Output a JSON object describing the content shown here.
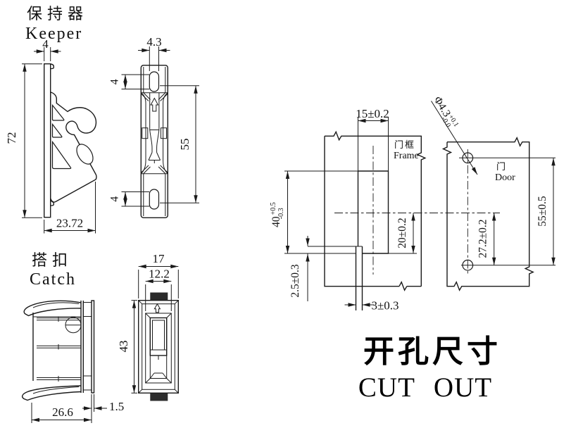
{
  "keeper": {
    "label_cn": "保持器",
    "label_en": "Keeper",
    "side_view": {
      "dim_thickness": "4",
      "dim_height": "72",
      "dim_depth": "23.72"
    },
    "front_view": {
      "dim_slot_width": "4.3",
      "dim_slot_top": "4",
      "dim_slot_bottom": "4",
      "dim_hole_span": "55"
    }
  },
  "catch": {
    "label_cn": "搭扣",
    "label_en": "Catch",
    "side_view": {
      "dim_width": "26.6",
      "dim_flange": "1.5"
    },
    "front_view": {
      "dim_width": "17",
      "dim_inner_width": "12.2",
      "dim_height": "43"
    }
  },
  "cutout": {
    "title_cn": "开孔尺寸",
    "title_en": "CUT OUT",
    "frame": {
      "label_cn": "门框",
      "label_en": "Frame",
      "dim_slot_width": "15±0.2",
      "dim_slot_height": "40",
      "dim_slot_height_tol_plus": "+0.5",
      "dim_slot_height_tol_minus": "-0.3",
      "dim_step": "2.5±0.3",
      "dim_center_to_bottom": "20±0.2",
      "dim_tab_slot": "3±0.3"
    },
    "door": {
      "label_cn": "门",
      "label_en": "Door",
      "dim_hole_dia": "Φ4.3",
      "dim_hole_tol_plus": "+0.1",
      "dim_hole_tol_minus": "-0.0",
      "dim_hole_span": "55±0.5",
      "dim_center_to_hole": "27.2±0.2"
    }
  }
}
